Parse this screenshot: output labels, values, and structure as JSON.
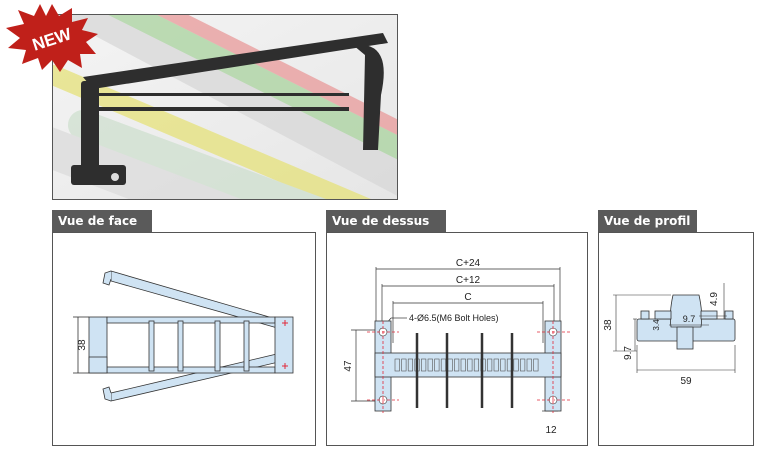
{
  "badge": {
    "label": "NEW",
    "color": "#c0201a"
  },
  "panels": {
    "front": {
      "title": "Vue de face",
      "dims": {
        "height": "38"
      }
    },
    "top": {
      "title": "Vue de dessus",
      "dims": {
        "overall": "C+24",
        "mid": "C+12",
        "inner": "C",
        "holes": "4-Ø6.5(M6 Bolt Holes)",
        "height": "47",
        "foot": "12"
      }
    },
    "side": {
      "title": "Vue de profil",
      "dims": {
        "height": "38",
        "top": "4.9",
        "inner": "9.7",
        "slot": "3.4",
        "base": "9.7",
        "width": "59"
      }
    }
  },
  "colors": {
    "part": "#cfe3f3",
    "tab": "#5a5a5a",
    "centerline": "#e0283a"
  }
}
